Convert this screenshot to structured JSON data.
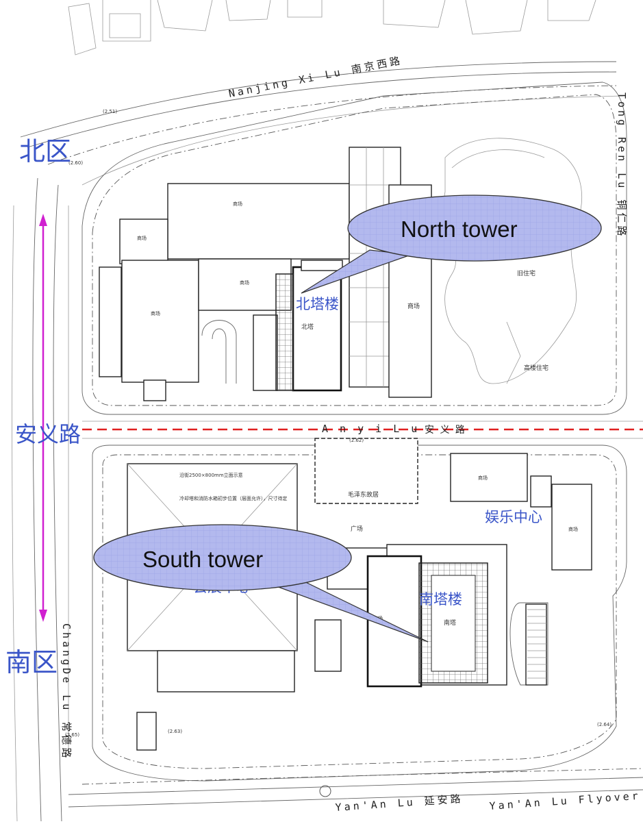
{
  "zones": {
    "north": "北区",
    "south": "南区",
    "road": "安义路"
  },
  "callouts": {
    "north": "North tower",
    "south": "South tower"
  },
  "buildings": {
    "north_tower": "北塔楼",
    "south_tower": "南塔楼",
    "entertainment": "娱乐中心",
    "exhibition": "会展中心"
  },
  "streets": {
    "nanjing": "Nanjing Xi Lu 南京西路",
    "tongren": "Tong Ren Lu 铜仁路",
    "anyi": "A n y i   L u",
    "anyi_cn": "安 义 路",
    "changde": "ChangDe Lu 常德路",
    "yanan": "Yan'An Lu 延安路",
    "flyover": "Yan'An Lu Flyover A"
  },
  "small_labels": {
    "mao_residence": "毛泽东故居",
    "plaza": "广场",
    "north_tower_detail": "北塔",
    "south_tower_detail": "南塔",
    "elev_1": "(2.60)",
    "elev_2": "(2.62)",
    "elev_3": "(2.64)",
    "elev_4": "(2.65)",
    "elev_5": "(2.51)",
    "elev_6": "(2.63)"
  },
  "colors": {
    "callout_fill": "#b3b9ee",
    "arrow": "#d020d0",
    "road_line": "#e02020",
    "label_blue": "#3a55c8"
  }
}
